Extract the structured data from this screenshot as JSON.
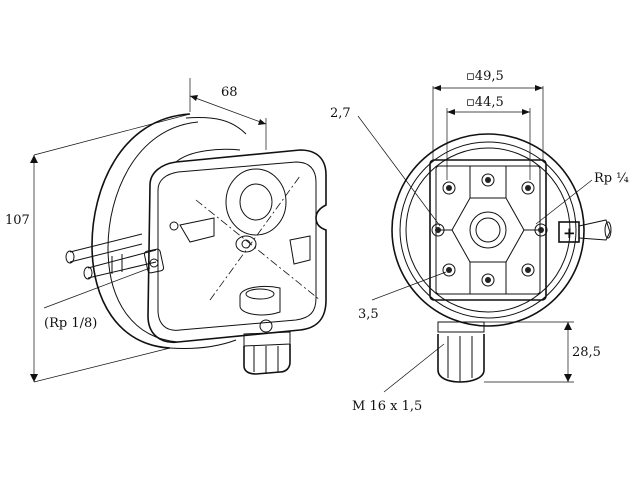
{
  "dimensions": {
    "width_depth": "68",
    "height": "107",
    "port_thread": "(Rp 1/8)",
    "outer_square": "▫49,5",
    "inner_square": "▫44,5",
    "hole_diameter": "2,7",
    "port_rp": "Rp ¼",
    "mount_hole": "3,5",
    "gland_height": "28,5",
    "gland_thread": "M 16 x 1,5"
  },
  "symbols": {
    "plus_port": "+"
  }
}
